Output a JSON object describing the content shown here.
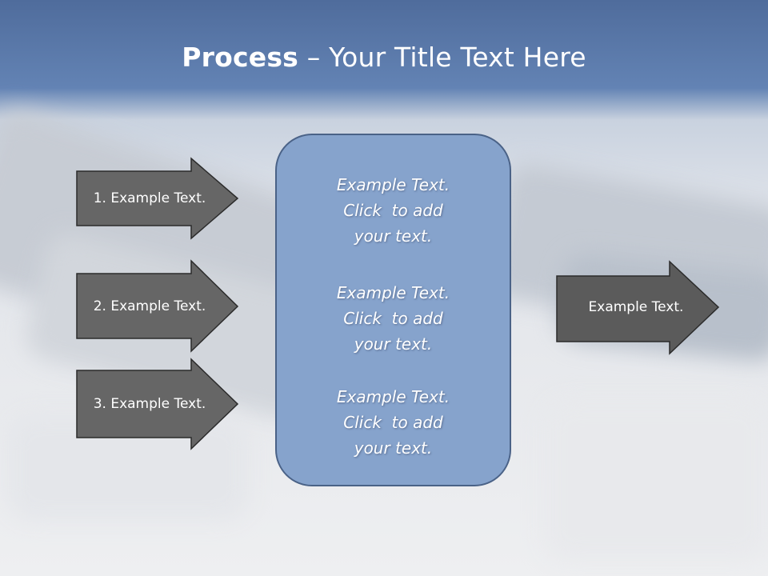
{
  "slide": {
    "title_bold": "Process",
    "title_rest": " – Your Title Text Here"
  },
  "left_arrows": [
    {
      "label": "1. Example Text."
    },
    {
      "label": "2. Example Text."
    },
    {
      "label": "3. Example Text."
    }
  ],
  "center_box": {
    "paragraphs": [
      {
        "lines": [
          "Example Text.",
          "Click  to add",
          "your text."
        ]
      },
      {
        "lines": [
          "Example Text.",
          "Click  to add",
          "your text."
        ]
      },
      {
        "lines": [
          "Example Text.",
          "Click  to add",
          "your text."
        ]
      }
    ]
  },
  "right_arrow": {
    "label": "Example Text."
  },
  "colors": {
    "arrow_fill": "#666666",
    "arrow_right_fill": "#5b5b5b",
    "arrow_stroke": "#2b2b2b",
    "box_fill": "#86a3cc",
    "box_stroke": "#4a6287",
    "title_band": "#5c7db0"
  }
}
